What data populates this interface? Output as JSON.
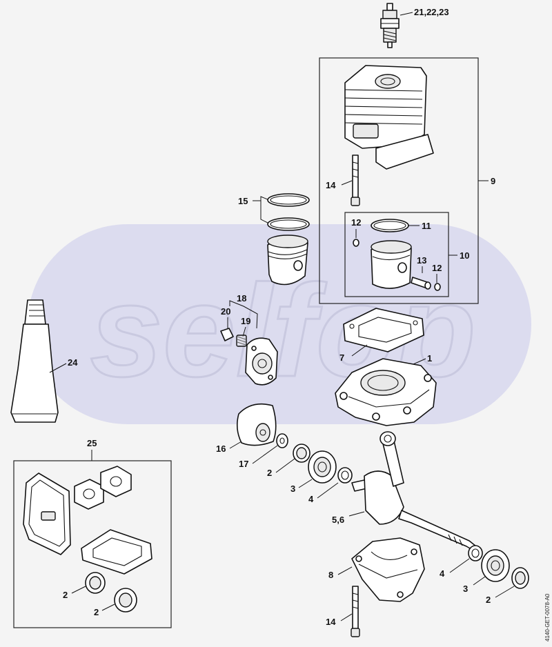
{
  "watermark": {
    "text": "selfop",
    "color": "#dcdcef"
  },
  "colors": {
    "background": "#f4f4f4",
    "line": "#111111"
  },
  "figure_code": "4140-GET-0078-A0",
  "callouts": {
    "spark_plug": "21,22,23",
    "cylinder_assembly": "9",
    "screw_top": "14",
    "piston_kit": "10",
    "snap_ring_a": "12",
    "piston_ring_kit": "11",
    "piston_pin": "13",
    "snap_ring_b": "12",
    "rings": "15",
    "decomp_group": "18",
    "decomp_20": "20",
    "decomp_19": "19",
    "gasket": "7",
    "crankcase": "1",
    "tube": "24",
    "fan": "16",
    "washer_17": "17",
    "gasket_set": "25",
    "bearing_left": "2",
    "bearing_mid": "3",
    "seal_left": "4",
    "crankshaft": "5,6",
    "lower_case": "8",
    "seal_right": "4",
    "bearing_right": "3",
    "bearing_far": "2",
    "screw_bottom": "14",
    "kit_bearing_a": "2",
    "kit_bearing_b": "2"
  }
}
